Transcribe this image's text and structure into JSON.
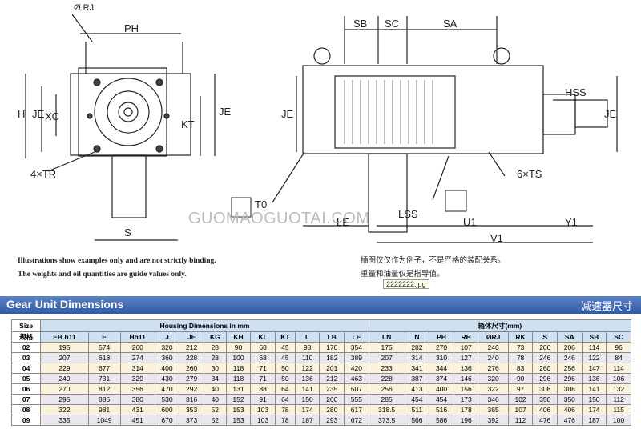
{
  "drawing": {
    "labels": {
      "rj": "Ø RJ",
      "ph": "PH",
      "h": "H",
      "je_left": "JE",
      "xc": "XC",
      "kt": "KT",
      "je_mid": "JE",
      "tr": "4×TR",
      "s": "S",
      "sb": "SB",
      "sc": "SC",
      "sa": "SA",
      "hss": "HSS",
      "je_right": "JE",
      "je_front": "JE",
      "ts": "6×TS",
      "to": "T0",
      "lss": "LSS",
      "le": "LE",
      "u1": "U1",
      "y1": "Y1",
      "v1": "V1"
    },
    "watermark": "GUOMAOGUOTAI.COM"
  },
  "notes": {
    "en_line1": "Illustrations show examples only and are not strictly binding.",
    "en_line2": "The weights and oil quantities are guide values only.",
    "cn_line1": "插图仅仅作为例子，不是严格的装配关系。",
    "cn_line2": "重量和油量仅是指导值。"
  },
  "file_chip": "2222222.jpg",
  "banner": {
    "title": "Gear Unit Dimensions",
    "title_cn": "减速器尺寸"
  },
  "table": {
    "size_label": "Size",
    "size_label_cn": "规格",
    "group1": "Housing Dimensions in mm",
    "group2": "箱体尺寸(mm)",
    "columns": [
      "EB h11",
      "E",
      "Hh11",
      "J",
      "JE",
      "KG",
      "KH",
      "KL",
      "KT",
      "L",
      "LB",
      "LE",
      "LN",
      "N",
      "PH",
      "RH",
      "ØRJ",
      "RK",
      "S",
      "SA",
      "SB",
      "SC"
    ],
    "rows": [
      {
        "size": "02",
        "values": [
          "195",
          "574",
          "260",
          "320",
          "212",
          "28",
          "90",
          "68",
          "45",
          "98",
          "170",
          "354",
          "175",
          "282",
          "270",
          "107",
          "240",
          "73",
          "206",
          "206",
          "114",
          "96"
        ]
      },
      {
        "size": "03",
        "values": [
          "207",
          "618",
          "274",
          "360",
          "228",
          "28",
          "100",
          "68",
          "45",
          "110",
          "182",
          "389",
          "207",
          "314",
          "310",
          "127",
          "240",
          "78",
          "246",
          "246",
          "122",
          "84"
        ]
      },
      {
        "size": "04",
        "values": [
          "229",
          "677",
          "314",
          "400",
          "260",
          "30",
          "118",
          "71",
          "50",
          "122",
          "201",
          "420",
          "233",
          "341",
          "344",
          "136",
          "276",
          "83",
          "260",
          "256",
          "147",
          "114"
        ]
      },
      {
        "size": "05",
        "values": [
          "240",
          "731",
          "329",
          "430",
          "279",
          "34",
          "118",
          "71",
          "50",
          "136",
          "212",
          "463",
          "228",
          "387",
          "374",
          "146",
          "320",
          "90",
          "296",
          "296",
          "136",
          "106"
        ]
      },
      {
        "size": "06",
        "values": [
          "270",
          "812",
          "356",
          "470",
          "292",
          "40",
          "131",
          "88",
          "64",
          "141",
          "235",
          "507",
          "256",
          "413",
          "400",
          "156",
          "322",
          "97",
          "308",
          "308",
          "141",
          "132"
        ]
      },
      {
        "size": "07",
        "values": [
          "295",
          "885",
          "380",
          "530",
          "316",
          "40",
          "152",
          "91",
          "64",
          "150",
          "260",
          "555",
          "285",
          "454",
          "454",
          "173",
          "346",
          "102",
          "350",
          "350",
          "150",
          "112"
        ]
      },
      {
        "size": "08",
        "values": [
          "322",
          "981",
          "431",
          "600",
          "353",
          "52",
          "153",
          "103",
          "78",
          "174",
          "280",
          "617",
          "318.5",
          "511",
          "516",
          "178",
          "385",
          "107",
          "406",
          "406",
          "174",
          "115"
        ]
      },
      {
        "size": "09",
        "values": [
          "335",
          "1049",
          "451",
          "670",
          "373",
          "52",
          "153",
          "103",
          "78",
          "187",
          "293",
          "672",
          "373.5",
          "566",
          "586",
          "196",
          "392",
          "112",
          "476",
          "476",
          "187",
          "100"
        ]
      }
    ]
  }
}
